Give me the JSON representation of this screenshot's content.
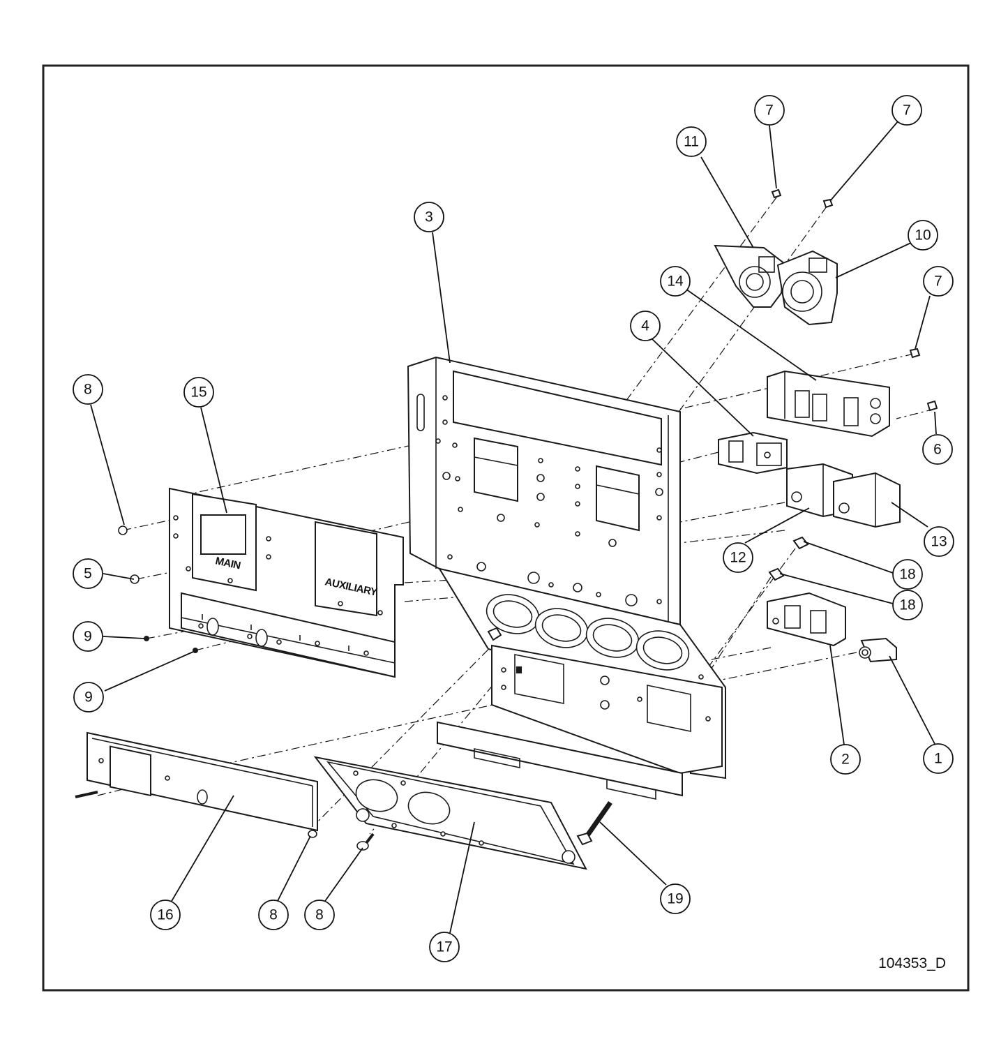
{
  "drawing_number": "104353_D",
  "panel_labels": {
    "main": "MAIN",
    "auxiliary": "AUXILIARY"
  },
  "callouts": [
    {
      "id": "c7a",
      "label": "7"
    },
    {
      "id": "c7b",
      "label": "7"
    },
    {
      "id": "c11",
      "label": "11"
    },
    {
      "id": "c10",
      "label": "10"
    },
    {
      "id": "c7c",
      "label": "7"
    },
    {
      "id": "c14",
      "label": "14"
    },
    {
      "id": "c3",
      "label": "3"
    },
    {
      "id": "c4",
      "label": "4"
    },
    {
      "id": "c6",
      "label": "6"
    },
    {
      "id": "c8a",
      "label": "8"
    },
    {
      "id": "c15",
      "label": "15"
    },
    {
      "id": "c12",
      "label": "12"
    },
    {
      "id": "c13",
      "label": "13"
    },
    {
      "id": "c5",
      "label": "5"
    },
    {
      "id": "c18a",
      "label": "18"
    },
    {
      "id": "c18b",
      "label": "18"
    },
    {
      "id": "c9a",
      "label": "9"
    },
    {
      "id": "c9b",
      "label": "9"
    },
    {
      "id": "c2",
      "label": "2"
    },
    {
      "id": "c1",
      "label": "1"
    },
    {
      "id": "c16",
      "label": "16"
    },
    {
      "id": "c8b",
      "label": "8"
    },
    {
      "id": "c8c",
      "label": "8"
    },
    {
      "id": "c19",
      "label": "19"
    },
    {
      "id": "c17",
      "label": "17"
    }
  ]
}
